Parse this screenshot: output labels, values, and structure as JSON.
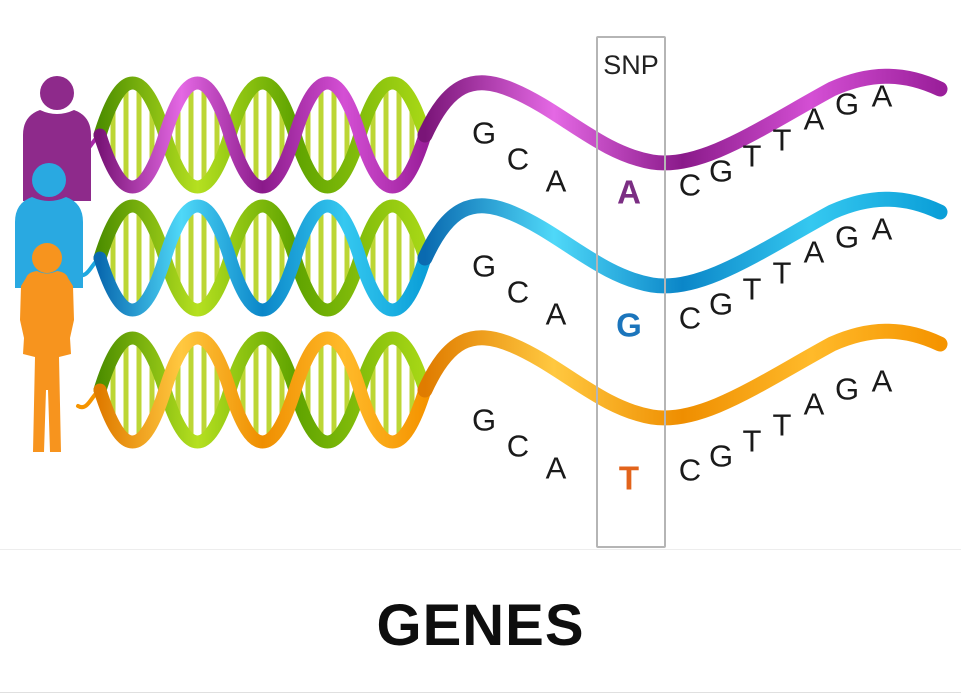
{
  "title": "GENES",
  "snp_box_label": "SNP",
  "colors": {
    "rung_green": "#BCD634",
    "strand_green": "#7CB800",
    "box_border": "#B5B5B5"
  },
  "rows": [
    {
      "person": "person-purple",
      "person_color": "#8E2A8B",
      "wave_color": "#A21CA8",
      "left_bases": [
        "G",
        "C",
        "A"
      ],
      "snp_base": "A",
      "snp_color": "#7B2E83",
      "right_bases": [
        "C",
        "G",
        "T",
        "T",
        "A",
        "G",
        "A"
      ]
    },
    {
      "person": "person-blue",
      "person_color": "#29A9E1",
      "wave_color": "#0B9FD8",
      "left_bases": [
        "G",
        "C",
        "A"
      ],
      "snp_base": "G",
      "snp_color": "#1B75BC",
      "right_bases": [
        "C",
        "G",
        "T",
        "T",
        "A",
        "G",
        "A"
      ]
    },
    {
      "person": "person-orange",
      "person_color": "#F7941E",
      "wave_color": "#F59400",
      "left_bases": [
        "G",
        "C",
        "A"
      ],
      "snp_base": "T",
      "snp_color": "#E2631B",
      "right_bases": [
        "C",
        "G",
        "T",
        "T",
        "A",
        "G",
        "A"
      ]
    }
  ]
}
